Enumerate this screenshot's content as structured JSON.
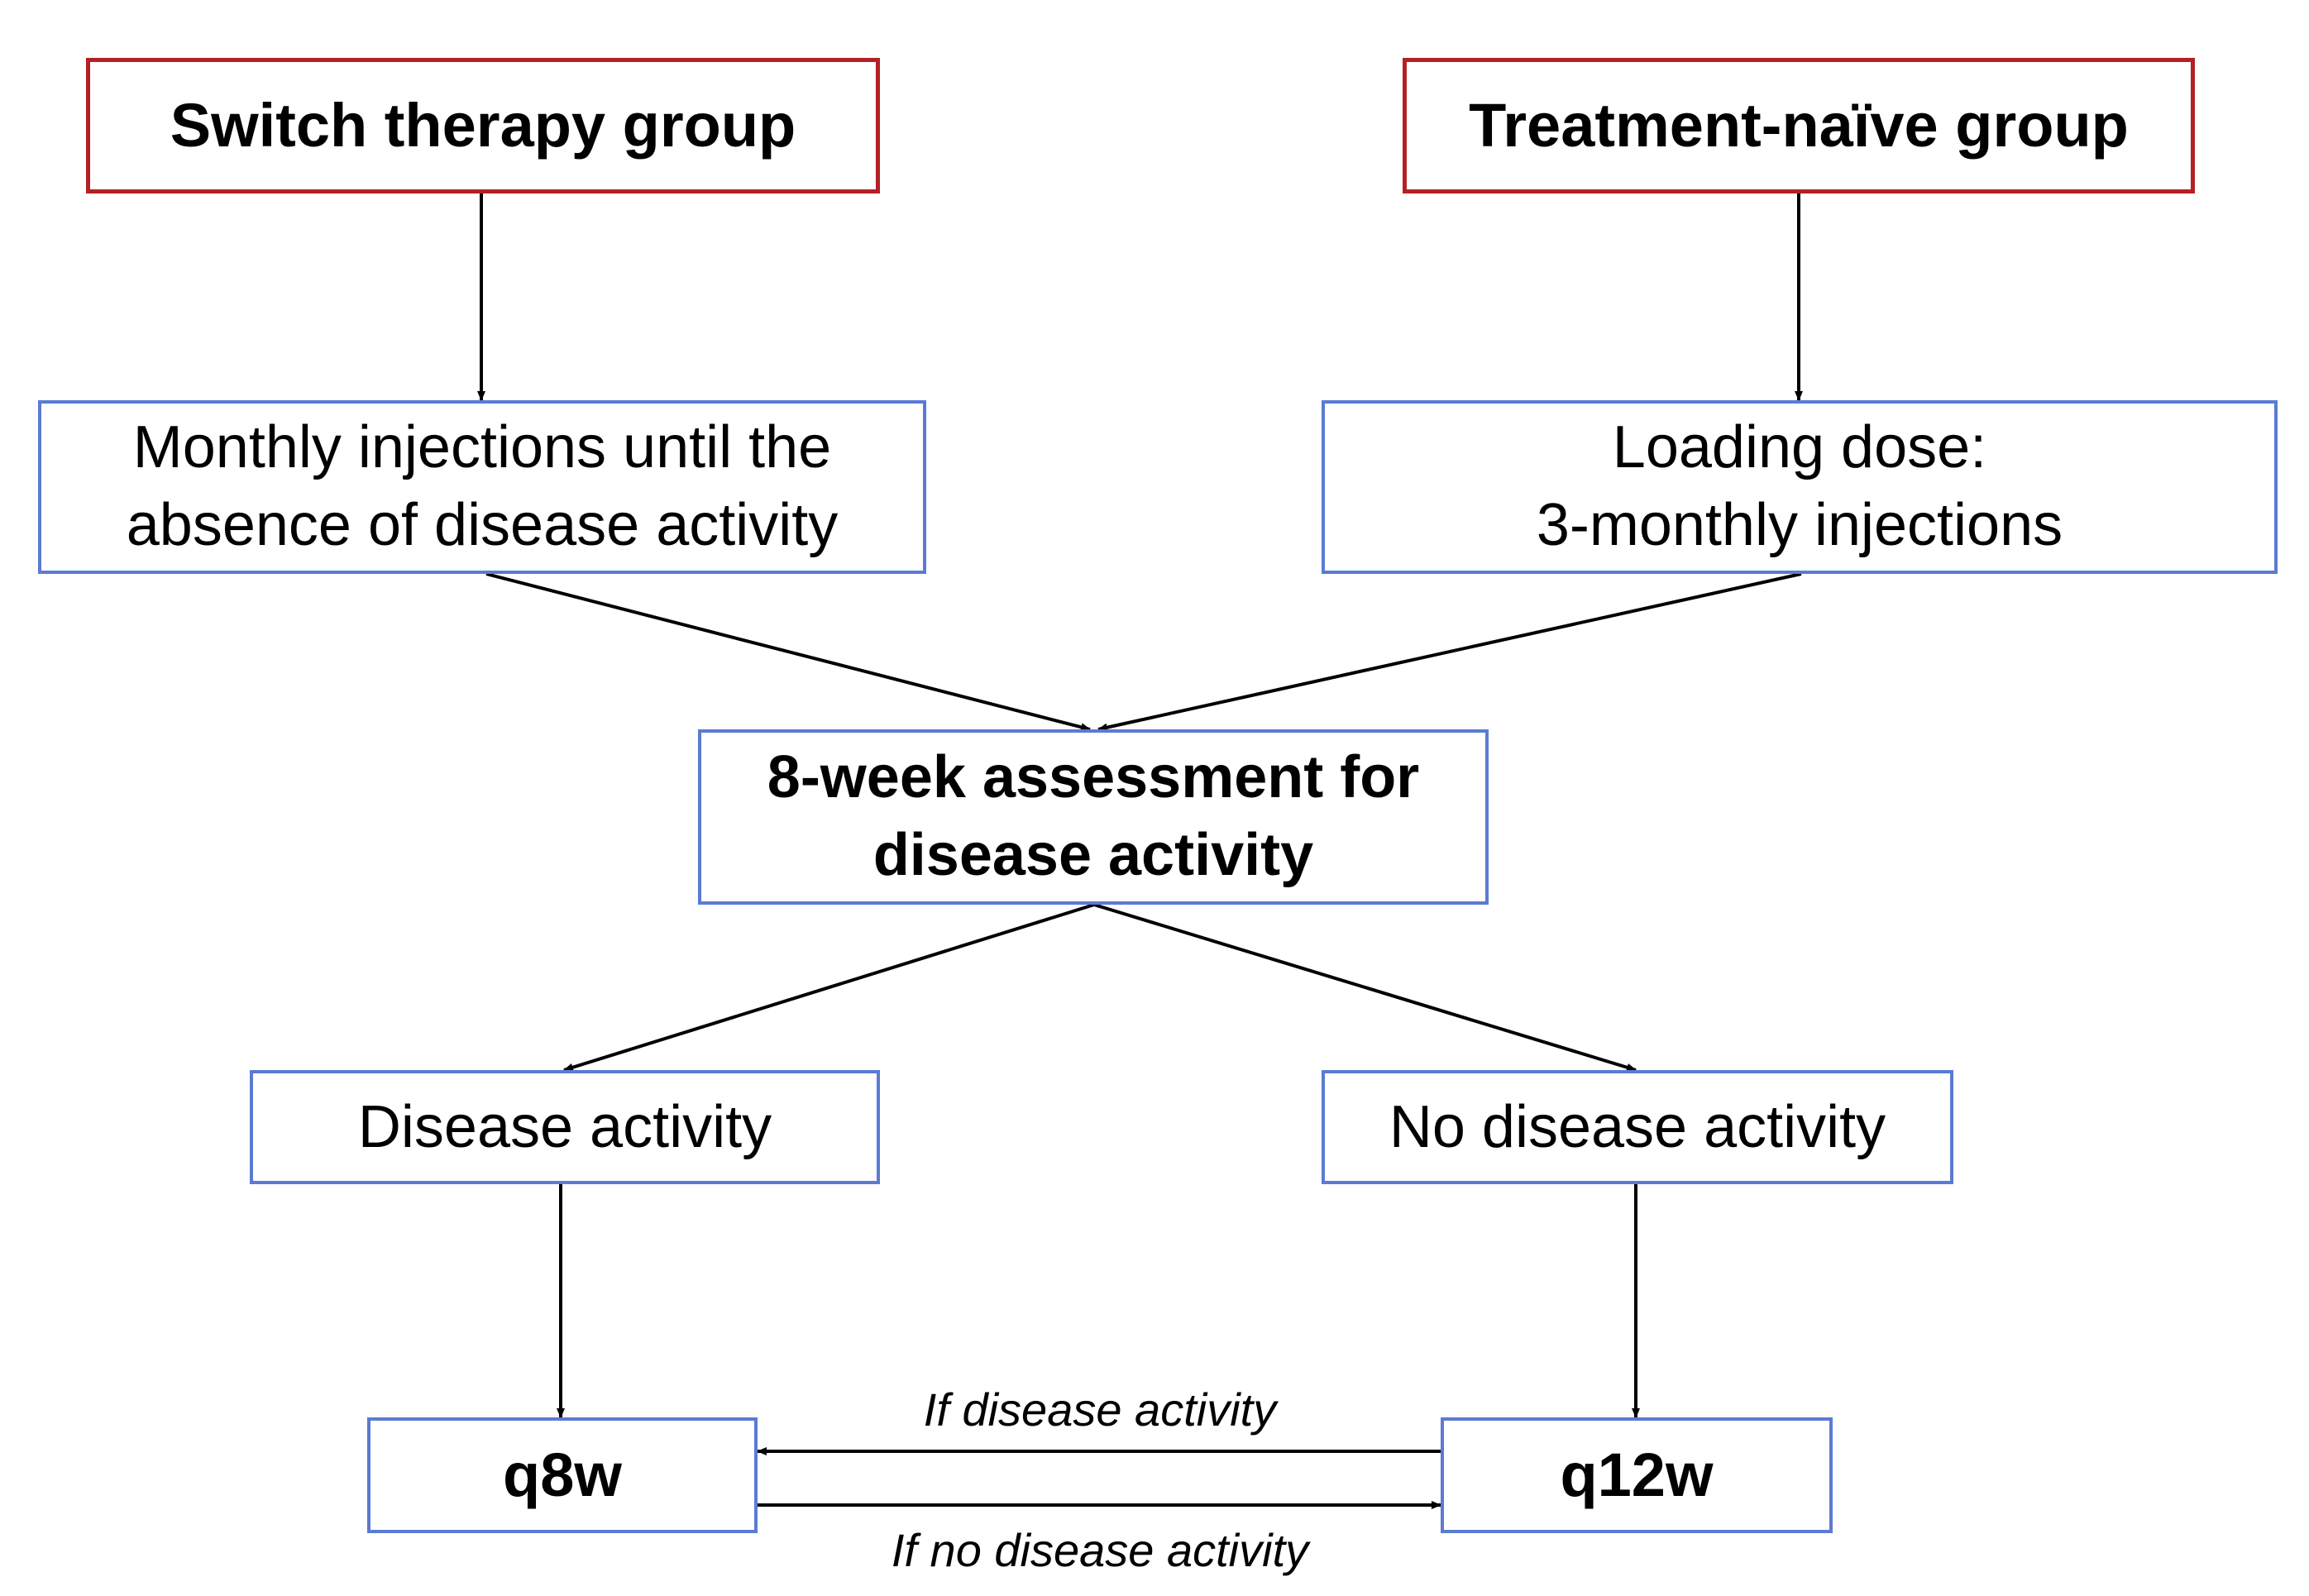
{
  "nodes": {
    "switch_group": "Switch therapy group",
    "naive_group": "Treatment-naïve group",
    "monthly": "Monthly injections until the\nabsence of disease activity",
    "loading": "Loading dose:\n3-monthly injections",
    "assessment": "8-week assessment for\ndisease activity",
    "activity": "Disease activity",
    "no_activity": "No disease activity",
    "q8w": "q8w",
    "q12w": "q12w"
  },
  "edges": {
    "to_q8w": "If disease activity",
    "to_q12w": "If no disease activity"
  },
  "colors": {
    "group_border": "#b32025",
    "step_border": "#5b7bd3",
    "arrow": "#000000"
  }
}
